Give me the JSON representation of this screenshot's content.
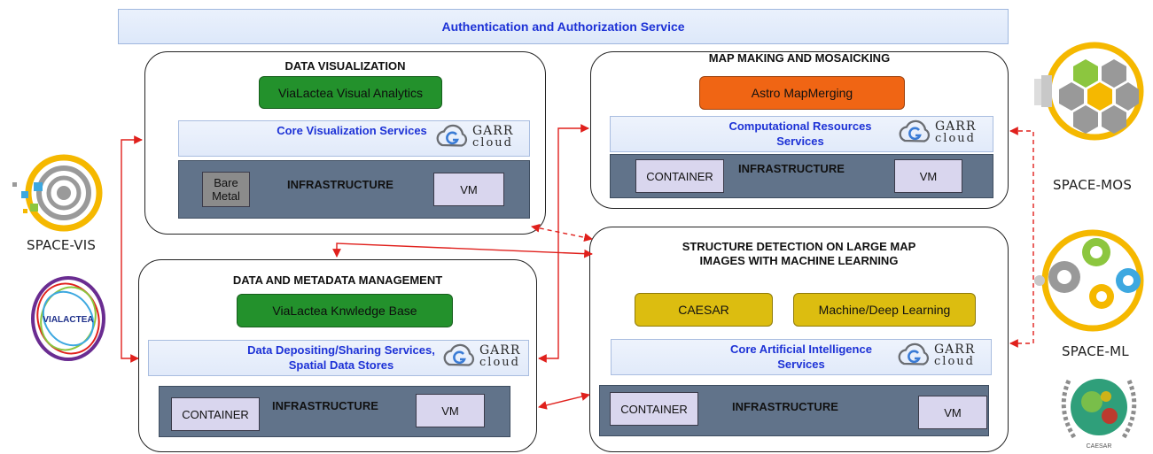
{
  "auth": {
    "label": "Authentication and Authorization Service"
  },
  "garr": {
    "line1": "GARR",
    "line2": "cloud"
  },
  "panels": {
    "data_viz": {
      "title": "DATA VISUALIZATION",
      "app": "ViaLactea Visual Analytics",
      "service": "Core Visualization Services",
      "infra_label": "INFRASTRUCTURE",
      "chip1": "Bare Metal",
      "chip2": "VM"
    },
    "map_making": {
      "title": "MAP MAKING AND MOSAICKING",
      "app": "Astro MapMerging",
      "service": "Computational Resources Services",
      "infra_label": "INFRASTRUCTURE",
      "chip1": "CONTAINER",
      "chip2": "VM"
    },
    "data_mgmt": {
      "title": "DATA AND METADATA MANAGEMENT",
      "app": "ViaLactea Knwledge Base",
      "service": "Data Depositing/Sharing Services, Spatial Data Stores",
      "infra_label": "INFRASTRUCTURE",
      "chip1": "CONTAINER",
      "chip2": "VM"
    },
    "structure": {
      "title": "STRUCTURE DETECTION ON LARGE MAP IMAGES WITH MACHINE LEARNING",
      "app1": "CAESAR",
      "app2": "Machine/Deep Learning",
      "service": "Core Artificial Intelligence Services",
      "infra_label": "INFRASTRUCTURE",
      "chip1": "CONTAINER",
      "chip2": "VM"
    }
  },
  "logos": {
    "space_vis": "SPACE-VIS",
    "space_mos": "SPACE-MOS",
    "space_ml": "SPACE-ML",
    "vialactea": "VIALACTEA",
    "caesar": "CAESAR"
  },
  "colors": {
    "service_text": "#1d32d6",
    "arrow": "#e0201c",
    "ring": "#f5b800",
    "infra": "#61738a"
  }
}
